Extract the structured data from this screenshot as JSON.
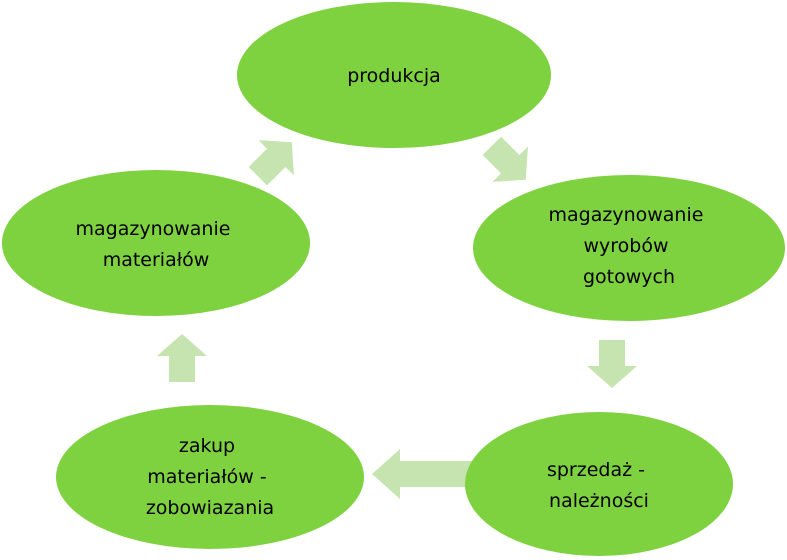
{
  "diagram": {
    "type": "cycle",
    "colors": {
      "node_fill": "#7ed13f",
      "arrow_fill": "#c5e4b0",
      "text": "#000000",
      "background": "#ffffff"
    },
    "nodes": [
      {
        "id": "produkcja",
        "lines": [
          "produkcja"
        ]
      },
      {
        "id": "magazynowanie-wyrobow",
        "lines": [
          "magazynowanie",
          "wyrobów",
          "gotowych"
        ]
      },
      {
        "id": "sprzedaz",
        "lines": [
          "sprzedaż -",
          "należności"
        ]
      },
      {
        "id": "zakup-materialow",
        "lines": [
          "zakup",
          "materiałów -",
          "zobowiazania"
        ]
      },
      {
        "id": "magazynowanie-materialow",
        "lines": [
          "magazynowanie",
          "materiałów"
        ]
      }
    ],
    "arrows": [
      {
        "from": "produkcja",
        "to": "magazynowanie-wyrobow",
        "icon": "arrow-down-right-icon"
      },
      {
        "from": "magazynowanie-wyrobow",
        "to": "sprzedaz",
        "icon": "arrow-down-icon"
      },
      {
        "from": "sprzedaz",
        "to": "zakup-materialow",
        "icon": "arrow-left-icon"
      },
      {
        "from": "zakup-materialow",
        "to": "magazynowanie-materialow",
        "icon": "arrow-up-icon"
      },
      {
        "from": "magazynowanie-materialow",
        "to": "produkcja",
        "icon": "arrow-up-right-icon"
      }
    ]
  }
}
